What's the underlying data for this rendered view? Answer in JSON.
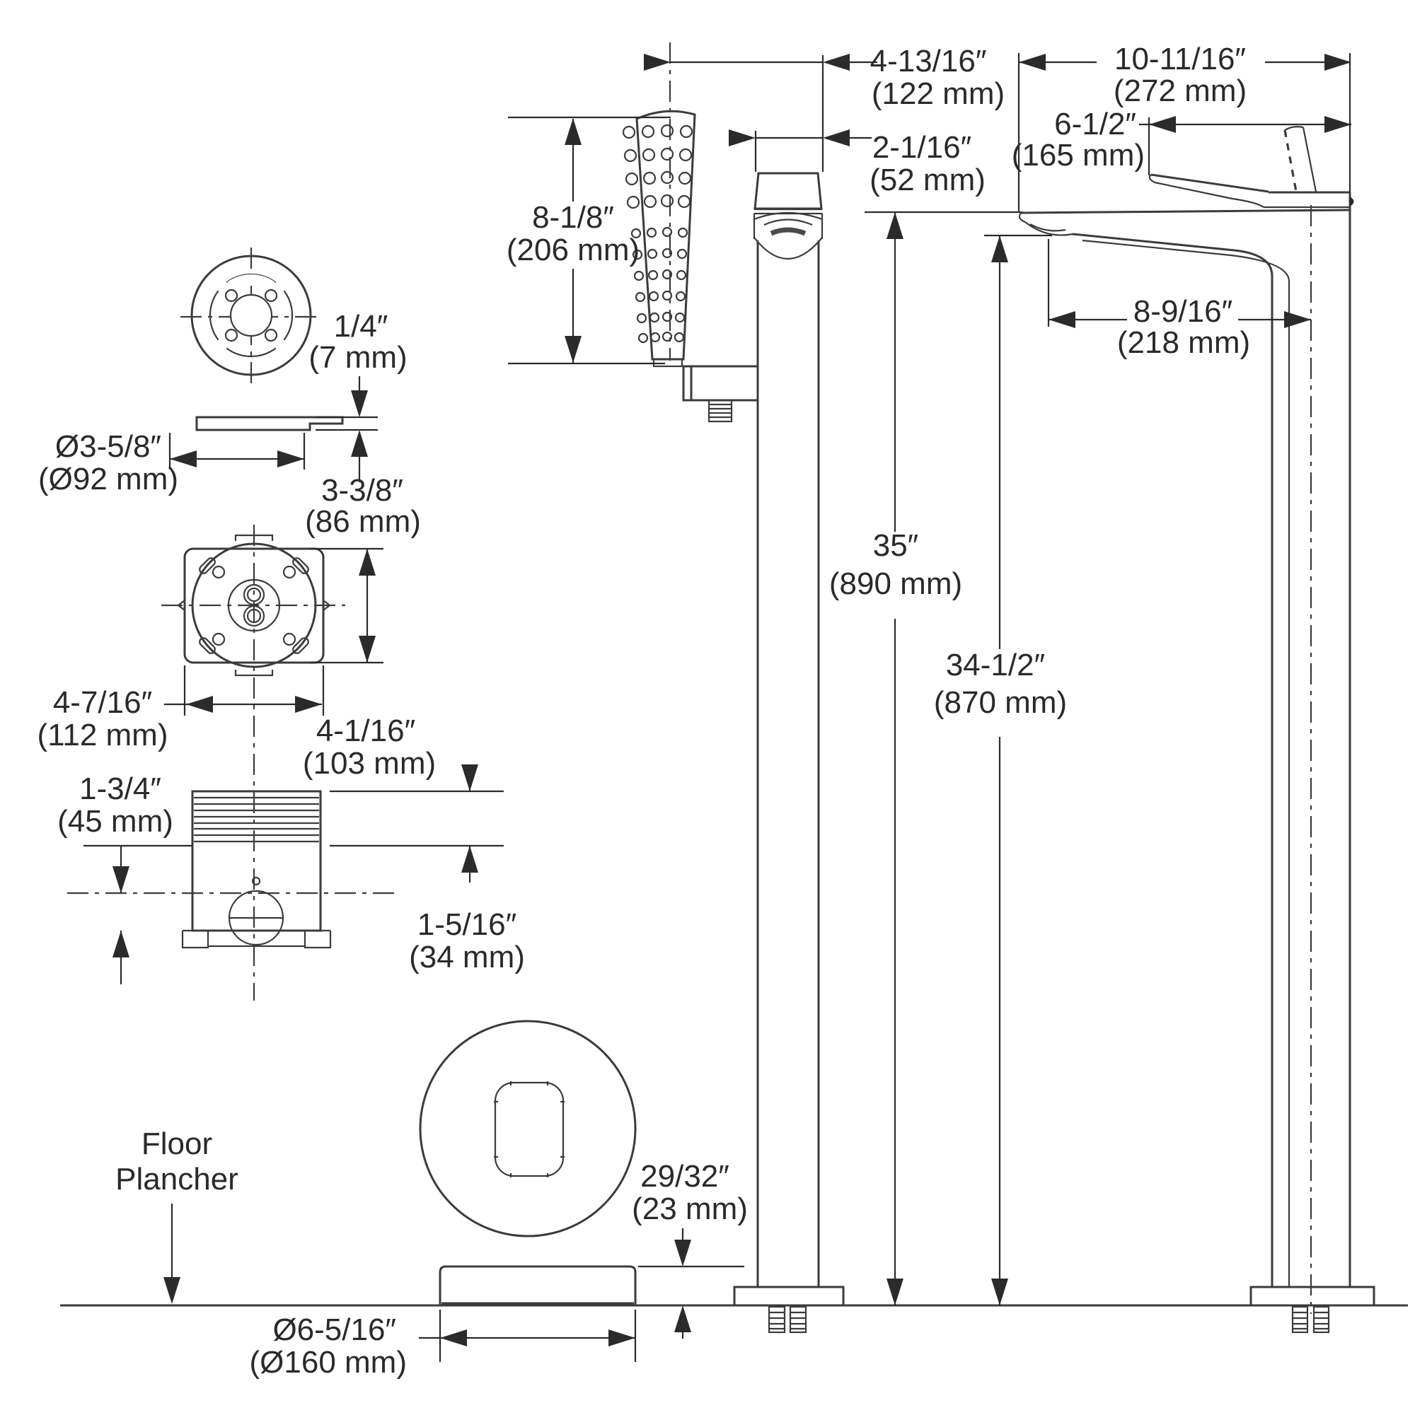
{
  "drawing_type": "faucet-installation-dimension-diagram",
  "colors": {
    "line": "#3b3b3b",
    "text": "#2a2a2a",
    "background": "#ffffff"
  },
  "dims": {
    "hand_shower_length": {
      "in": "8-1/8″",
      "mm": "(206 mm)"
    },
    "holder_offset": {
      "in": "4-13/16″",
      "mm": "(122 mm)"
    },
    "holder_width": {
      "in": "2-1/16″",
      "mm": "(52 mm)"
    },
    "spout_reach_total": {
      "in": "10-11/16″",
      "mm": "(272 mm)"
    },
    "handle_reach": {
      "in": "6-1/2″",
      "mm": "(165 mm)"
    },
    "spout_reach": {
      "in": "8-9/16″",
      "mm": "(218 mm)"
    },
    "height_total": {
      "in": "35″",
      "mm": "(890 mm)"
    },
    "height_spout": {
      "in": "34-1/2″",
      "mm": "(870 mm)"
    },
    "flange_thickness": {
      "in": "1/4″",
      "mm": "(7 mm)"
    },
    "flange_diameter": {
      "in": "Ø3-5/8″",
      "mm": "(Ø92 mm)"
    },
    "valve_height": {
      "in": "3-3/8″",
      "mm": "(86 mm)"
    },
    "valve_width": {
      "in": "4-7/16″",
      "mm": "(112 mm)"
    },
    "valve_depth": {
      "in": "4-1/16″",
      "mm": "(103 mm)"
    },
    "valve_top": {
      "in": "1-3/4″",
      "mm": "(45 mm)"
    },
    "valve_bottom": {
      "in": "1-5/16″",
      "mm": "(34 mm)"
    },
    "escutcheon_height": {
      "in": "29/32″",
      "mm": "(23 mm)"
    },
    "escutcheon_diameter": {
      "in": "Ø6-5/16″",
      "mm": "(Ø160 mm)"
    }
  },
  "floor_label": {
    "en": "Floor",
    "fr": "Plancher"
  }
}
